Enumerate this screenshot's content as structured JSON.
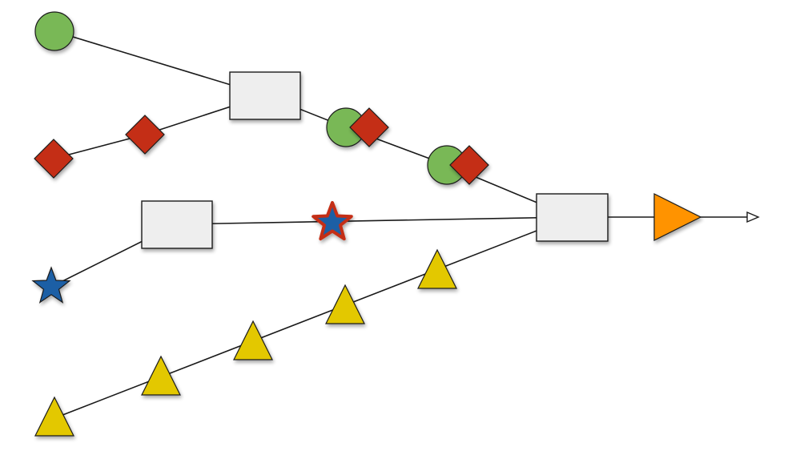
{
  "diagram": {
    "type": "flow-network",
    "colors": {
      "background": "#ffffff",
      "edge": "#1a1a1a",
      "box_fill": "#eeeeee",
      "green": "#79b857",
      "red": "#c42d12",
      "blue": "#1f5fa5",
      "yellow": "#e3c800",
      "orange": "#ff9300"
    },
    "node_shapes": [
      "green-circle",
      "red-diamond",
      "blue-star",
      "red-outlined-blue-star",
      "yellow-triangle",
      "grey-rectangle",
      "orange-triangle",
      "arrow-head"
    ]
  }
}
